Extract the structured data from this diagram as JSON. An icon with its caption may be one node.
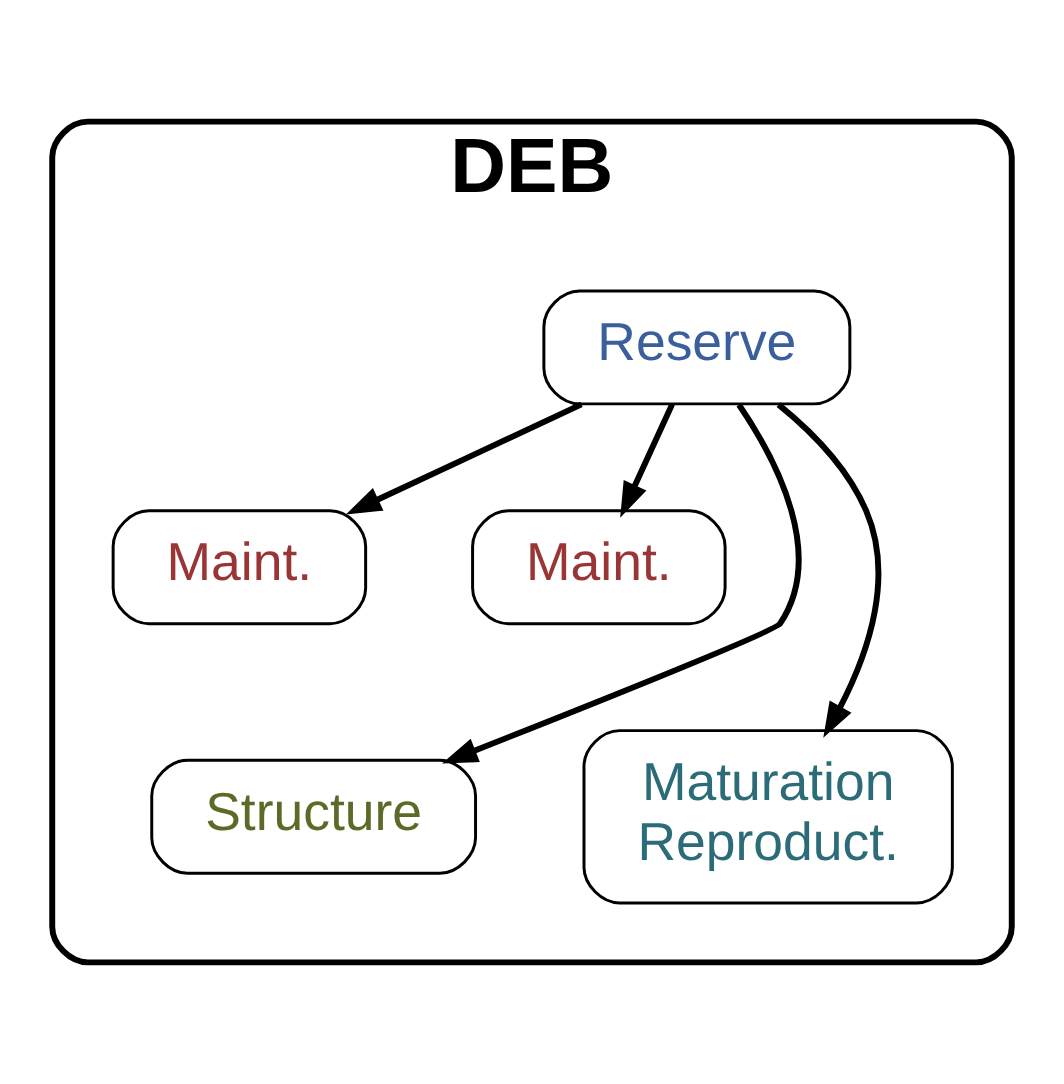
{
  "diagram": {
    "nodes": [
      {
        "text": [
          "DEB"
        ]
      },
      {
        "text": [
          "Reserve"
        ],
        "in": 0
      },
      {
        "text": [
          "Maint."
        ],
        "in": 0
      },
      {
        "text": [
          "Maint."
        ],
        "in": 0
      },
      {
        "text": [
          "Structure"
        ],
        "in": 0
      },
      {
        "text": [
          "Maturation Reproduct."
        ],
        "in": 0
      }
    ],
    "edges": [
      {
        "from": 1,
        "to": 2,
        "arrow": "to"
      },
      {
        "from": 1,
        "to": 4,
        "arrow": "to"
      },
      {
        "from": 1,
        "to": 3,
        "arrow": "to"
      },
      {
        "from": 1,
        "to": 5,
        "arrow": "to"
      }
    ]
  }
}
